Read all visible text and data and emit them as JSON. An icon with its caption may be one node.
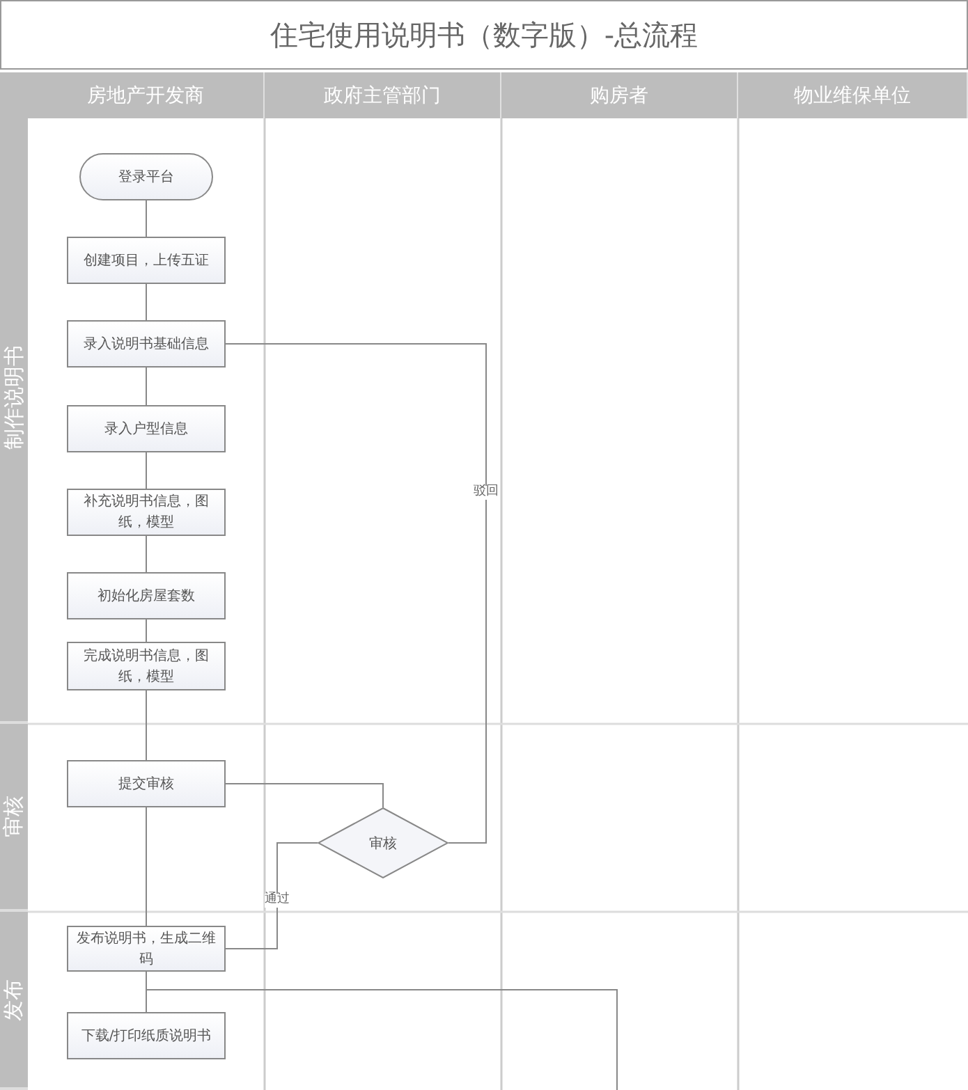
{
  "diagram": {
    "title": "住宅使用说明书（数字版）-总流程",
    "nodes": [
      {
        "text": [
          "房地产开发商"
        ]
      },
      {
        "text": [
          "政府主管部门"
        ]
      },
      {
        "text": [
          "购房者"
        ]
      },
      {
        "text": [
          "物业维保单位"
        ]
      },
      {
        "text": [
          "制作说明书"
        ]
      },
      {
        "text": [
          "审核"
        ]
      },
      {
        "text": [
          "发布"
        ]
      },
      {
        "text": [
          "登录平台"
        ]
      },
      {
        "text": [
          "创建项目，上传五证"
        ]
      },
      {
        "text": [
          "录入说明书基础信息"
        ]
      },
      {
        "text": [
          "录入户型信息"
        ]
      },
      {
        "text": [
          "补充说明书信息，图纸，模型"
        ]
      },
      {
        "text": [
          "初始化房屋套数"
        ]
      },
      {
        "text": [
          "完成说明书信息，图纸，模型"
        ]
      },
      {
        "text": [
          "提交审核"
        ]
      },
      {
        "text": [
          "审核"
        ]
      },
      {
        "text": [
          "发布说明书，生成二维码"
        ]
      },
      {
        "text": [
          "下载/打印纸质说明书"
        ]
      }
    ],
    "edges": [
      {
        "from": 7,
        "to": 8,
        "arrow": "none"
      },
      {
        "from": 8,
        "to": 9,
        "arrow": "none"
      },
      {
        "from": 9,
        "to": 10,
        "arrow": "none"
      },
      {
        "from": 10,
        "to": 11,
        "arrow": "none"
      },
      {
        "from": 11,
        "to": 12,
        "arrow": "none"
      },
      {
        "from": 12,
        "to": 13,
        "arrow": "none"
      },
      {
        "from": 13,
        "to": 14,
        "arrow": "none"
      },
      {
        "from": 14,
        "to": 15,
        "arrow": "none"
      },
      {
        "from": 15,
        "to": 9,
        "arrow": "none",
        "label": "驳回"
      },
      {
        "from": 15,
        "to": 16,
        "arrow": "none",
        "label": "通过"
      },
      {
        "from": 14,
        "to": 16,
        "arrow": "none"
      },
      {
        "from": 16,
        "to": 17,
        "arrow": "none"
      },
      {
        "from": 16,
        "to": null,
        "arrow": "none"
      }
    ]
  }
}
